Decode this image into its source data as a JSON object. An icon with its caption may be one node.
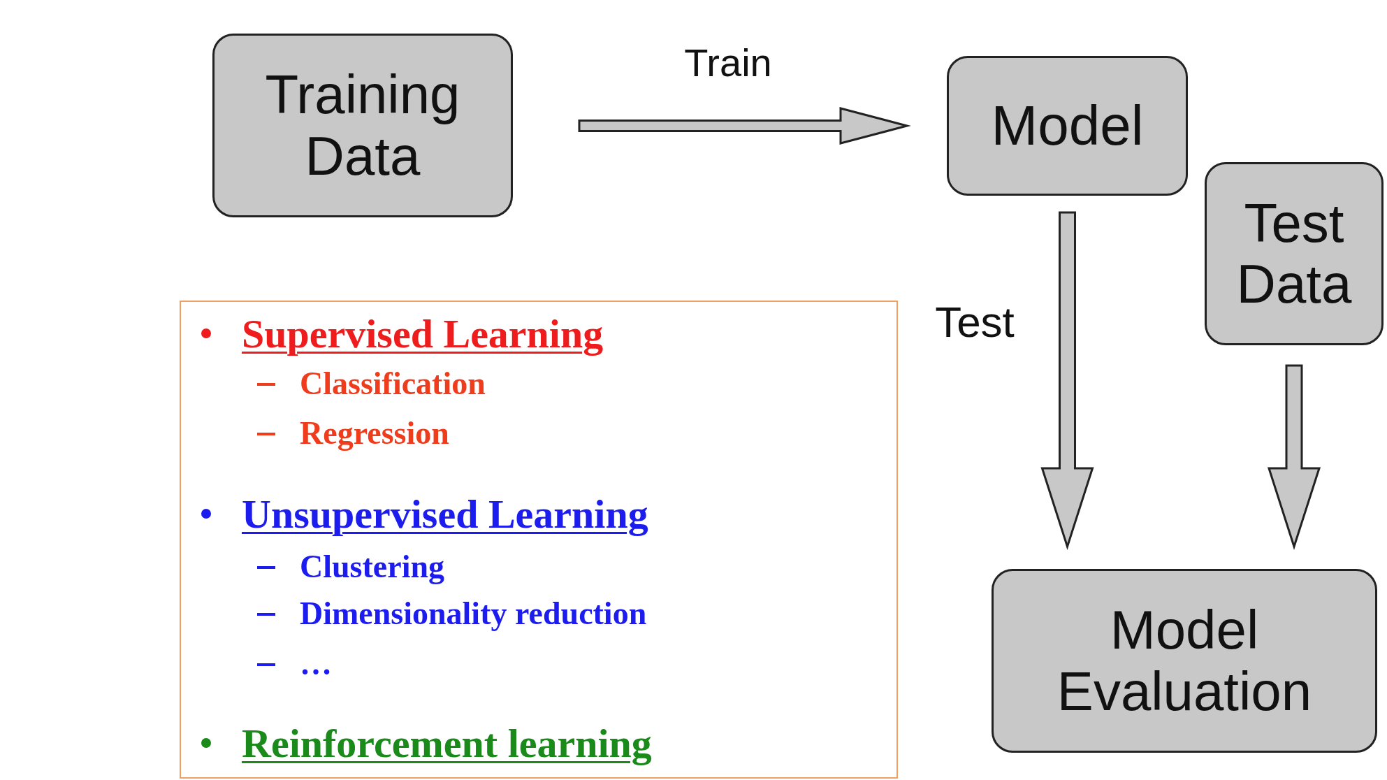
{
  "diagram": {
    "nodes": [
      {
        "text": [
          "Training Data"
        ]
      },
      {
        "text": [
          "Model"
        ]
      },
      {
        "text": [
          "Test Data"
        ]
      },
      {
        "text": [
          "Model Evaluation"
        ]
      },
      {
        "text": [
          "Supervised Learning",
          "Classification",
          "Regression",
          "Unsupervised Learning",
          "Clustering",
          "Dimensionality reduction",
          "…",
          "Reinforcement learning"
        ]
      }
    ],
    "edges": [
      {
        "from": 0,
        "to": 1,
        "arrow": "to",
        "label": "Train"
      },
      {
        "from": 1,
        "to": 3,
        "arrow": "to",
        "label": "Test"
      },
      {
        "from": 2,
        "to": 3,
        "arrow": "to"
      }
    ]
  }
}
